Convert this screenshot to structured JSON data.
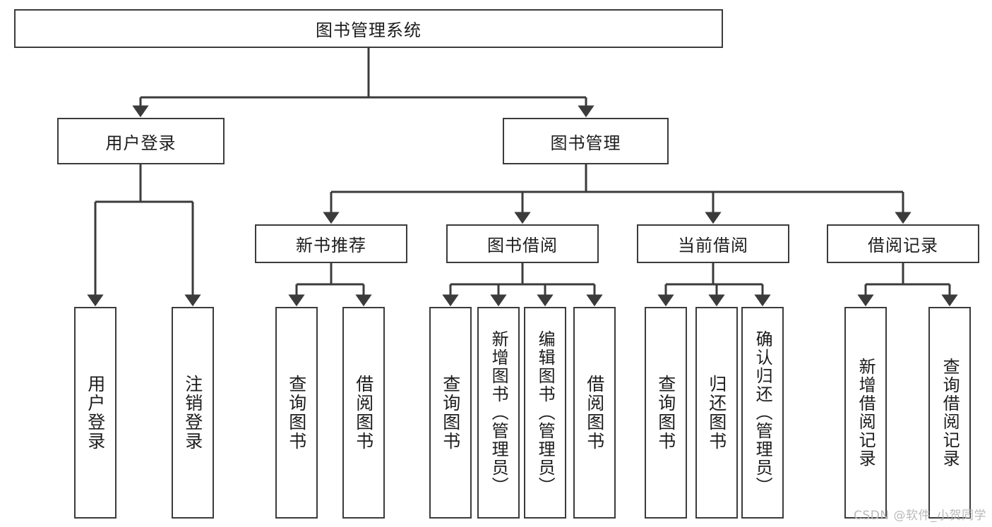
{
  "diagram": {
    "title": "图书管理系统",
    "type": "tree-hierarchy",
    "stroke_color": "#3b3b3b",
    "background_color": "#ffffff",
    "root": {
      "id": "root",
      "label": "图书管理系统"
    },
    "level2": [
      {
        "id": "user-login",
        "label": "用户登录"
      },
      {
        "id": "book-management",
        "label": "图书管理"
      }
    ],
    "level3": [
      {
        "id": "new-book-recommend",
        "label": "新书推荐",
        "parent": "book-management"
      },
      {
        "id": "book-borrow",
        "label": "图书借阅",
        "parent": "book-management"
      },
      {
        "id": "current-borrow",
        "label": "当前借阅",
        "parent": "book-management"
      },
      {
        "id": "borrow-record",
        "label": "借阅记录",
        "parent": "book-management"
      }
    ],
    "leaves": [
      {
        "id": "leaf-user-login",
        "label": "用户登录",
        "parent": "user-login"
      },
      {
        "id": "leaf-logout",
        "label": "注销登录",
        "parent": "user-login"
      },
      {
        "id": "leaf-query-book-1",
        "label": "查询图书",
        "parent": "new-book-recommend"
      },
      {
        "id": "leaf-borrow-book-1",
        "label": "借阅图书",
        "parent": "new-book-recommend"
      },
      {
        "id": "leaf-query-book-2",
        "label": "查询图书",
        "parent": "book-borrow"
      },
      {
        "id": "leaf-add-book",
        "label": "新增图书（管理员）",
        "parent": "book-borrow"
      },
      {
        "id": "leaf-edit-book",
        "label": "编辑图书（管理员）",
        "parent": "book-borrow"
      },
      {
        "id": "leaf-borrow-book-2",
        "label": "借阅图书",
        "parent": "book-borrow"
      },
      {
        "id": "leaf-query-book-3",
        "label": "查询图书",
        "parent": "current-borrow"
      },
      {
        "id": "leaf-return-book",
        "label": "归还图书",
        "parent": "current-borrow"
      },
      {
        "id": "leaf-confirm-return",
        "label": "确认归还（管理员）",
        "parent": "current-borrow"
      },
      {
        "id": "leaf-add-record",
        "label": "新增借阅记录",
        "parent": "borrow-record"
      },
      {
        "id": "leaf-query-record",
        "label": "查询借阅记录",
        "parent": "borrow-record"
      }
    ]
  },
  "watermark": {
    "text": "CSDN @软件_小贺同学"
  }
}
